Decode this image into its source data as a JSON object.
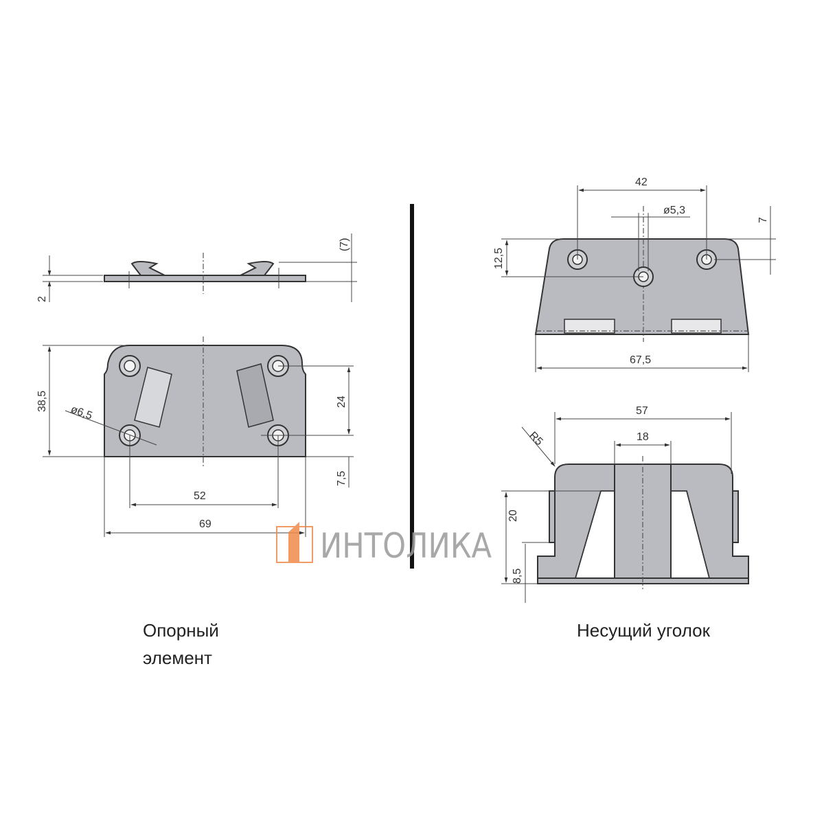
{
  "support_element": {
    "caption_line1": "Опорный",
    "caption_line2": "элемент",
    "dims": {
      "thickness": "2",
      "height": "(7)",
      "width_total": "38,5",
      "hole_spacing_v": "24",
      "edge_offset": "7,5",
      "hole_spacing_h": "52",
      "length": "69",
      "hole_diameter": "ø6,5"
    }
  },
  "bearing_angle": {
    "caption": "Несущий уголок",
    "dims": {
      "hole_spacing": "42",
      "hole_diameter": "ø5,3",
      "offset_top": "7",
      "offset_side": "12,5",
      "width": "67,5",
      "top_width": "57",
      "center_width": "18",
      "radius": "R5",
      "height": "20",
      "base_height": "8,5"
    }
  },
  "watermark": {
    "text": "ИНТОЛИКА",
    "logo_color": "#f08a4b",
    "text_color": "#9a9a9a"
  },
  "colors": {
    "part_fill": "#b9bbc0",
    "line": "#333333",
    "divider": "#111111"
  }
}
